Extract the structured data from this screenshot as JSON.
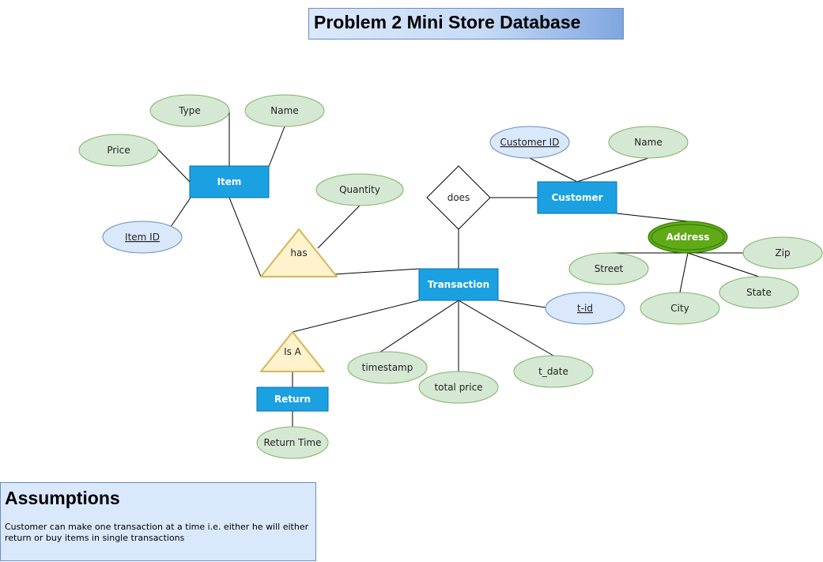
{
  "title": "Problem 2 Mini Store Database",
  "entities": {
    "item": "Item",
    "customer": "Customer",
    "transaction": "Transaction",
    "return": "Return"
  },
  "relationships": {
    "does": "does",
    "has": "has",
    "is_a": "Is A"
  },
  "attributes": {
    "type": "Type",
    "item_name": "Name",
    "price": "Price",
    "item_id": "Item ID",
    "quantity": "Quantity",
    "customer_id": "Customer ID",
    "customer_name": "Name",
    "address": "Address",
    "street": "Street",
    "zip": "Zip",
    "city": "City",
    "state": "State",
    "t_id": "t-id",
    "timestamp": "timestamp",
    "total_price": "total price",
    "t_date": "t_date",
    "return_time": "Return Time"
  },
  "assumptions": {
    "heading": "Assumptions",
    "text": "Customer can make one transaction at a time i.e. either he will either return or buy items in single transactions"
  },
  "colors": {
    "entity_fill": "#1ba1e2",
    "attribute_fill": "#d5e8d4",
    "attribute_stroke": "#82b366",
    "key_fill": "#dae8fc",
    "key_stroke": "#6c8ebf",
    "relation_fill": "#fff2cc",
    "relation_stroke": "#d6b656",
    "composite_fill": "#60a917"
  }
}
